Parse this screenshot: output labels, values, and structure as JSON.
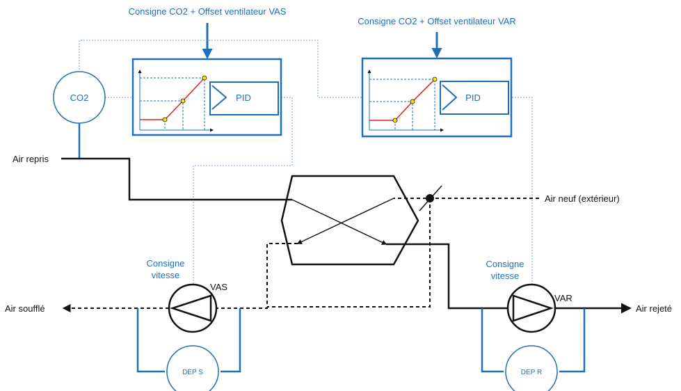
{
  "labels": {
    "setpoint_vas": "Consigne CO2 + Offset ventilateur VAS",
    "setpoint_var": "Consigne CO2 + Offset ventilateur VAR",
    "co2_sensor": "CO2",
    "pid_vas": "PID",
    "pid_var": "PID",
    "air_repris": "Air repris",
    "air_neuf": "Air neuf (extérieur)",
    "air_souffle": "Air soufflé",
    "air_rejete": "Air rejeté",
    "consigne_vas_line1": "Consigne",
    "consigne_vas_line2": "vitesse",
    "consigne_var_line1": "Consigne",
    "consigne_var_line2": "vitesse",
    "fan_vas": "VAS",
    "fan_var": "VAR",
    "dep_s": "DEP S",
    "dep_r": "DEP R"
  },
  "colors": {
    "blue": "#1f6fb8",
    "black": "#111111",
    "red": "#e02020",
    "yellow": "#ffe800",
    "dotted_blue": "#6f9fd0"
  }
}
